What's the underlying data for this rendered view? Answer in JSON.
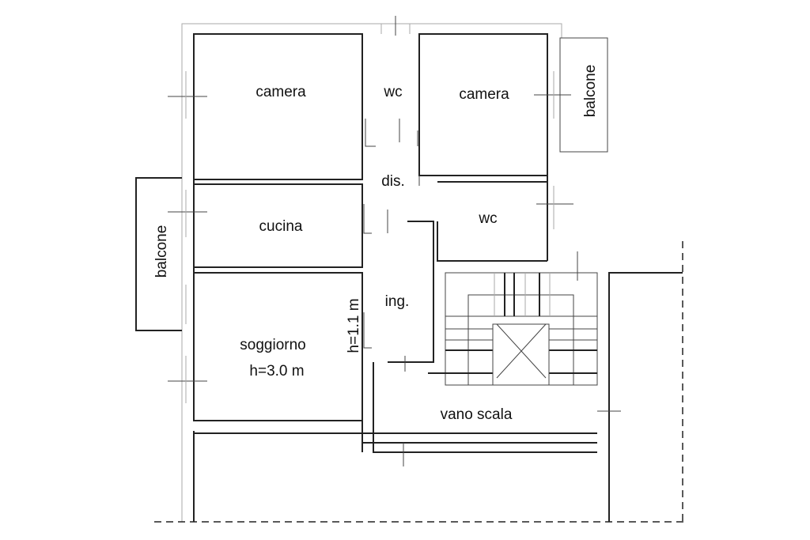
{
  "rooms": {
    "camera_left": "camera",
    "wc_top": "wc",
    "camera_right": "camera",
    "balcone_right": "balcone",
    "disimpegno": "dis.",
    "cucina": "cucina",
    "wc_right": "wc",
    "balcone_left": "balcone",
    "ingresso": "ing.",
    "soggiorno": "soggiorno",
    "soggiorno_height": "h=3.0 m",
    "parapet_height": "h=1.1 m",
    "vano_scala": "vano scala"
  }
}
